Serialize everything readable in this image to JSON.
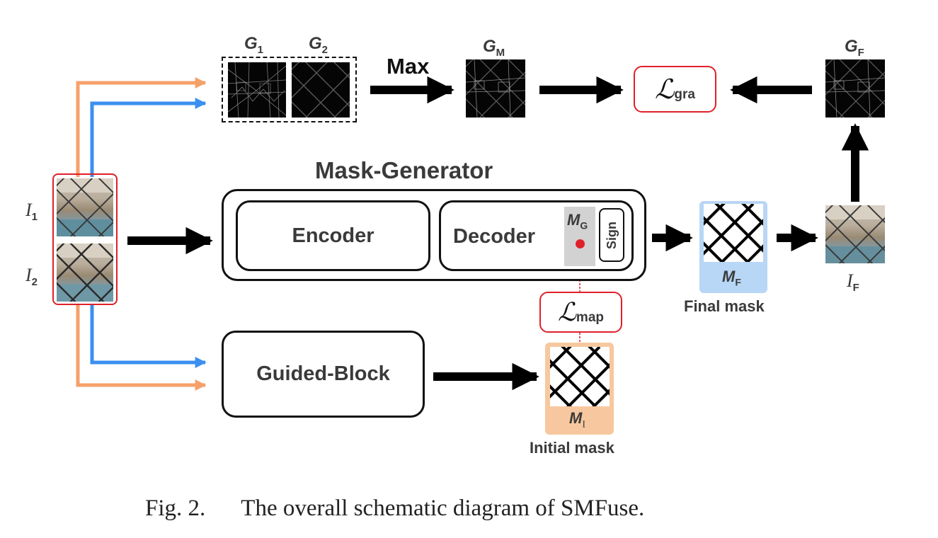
{
  "labels": {
    "g1": {
      "main": "G",
      "sub": "1"
    },
    "g2": {
      "main": "G",
      "sub": "2"
    },
    "gm": {
      "main": "G",
      "sub": "M"
    },
    "gf": {
      "main": "G",
      "sub": "F"
    },
    "max": "Max",
    "loss_gra": {
      "main": "ℒ",
      "sub": "gra"
    },
    "loss_map": {
      "main": "ℒ",
      "sub": "map"
    },
    "mask_generator": "Mask-Generator",
    "encoder": "Encoder",
    "decoder": "Decoder",
    "mg": {
      "main": "M",
      "sub": "G"
    },
    "sign": "Sign",
    "mf": {
      "main": "M",
      "sub": "F"
    },
    "final_mask": "Final mask",
    "mi": {
      "main": "M",
      "sub": "I"
    },
    "initial_mask": "Initial mask",
    "guided_block": "Guided-Block",
    "i1": {
      "main": "I",
      "sub": "1"
    },
    "i2": {
      "main": "I",
      "sub": "2"
    },
    "if": {
      "main": "I",
      "sub": "F"
    }
  },
  "caption": {
    "number": "Fig. 2.",
    "text": "The overall schematic diagram of SMFuse."
  },
  "colors": {
    "orange": "#f5a06a",
    "blue": "#3b8ff0",
    "red": "#e0202a",
    "orange_fill": "#f7c89f",
    "blue_fill": "#b8d6f5",
    "gray_fill": "#d2d2d2"
  }
}
